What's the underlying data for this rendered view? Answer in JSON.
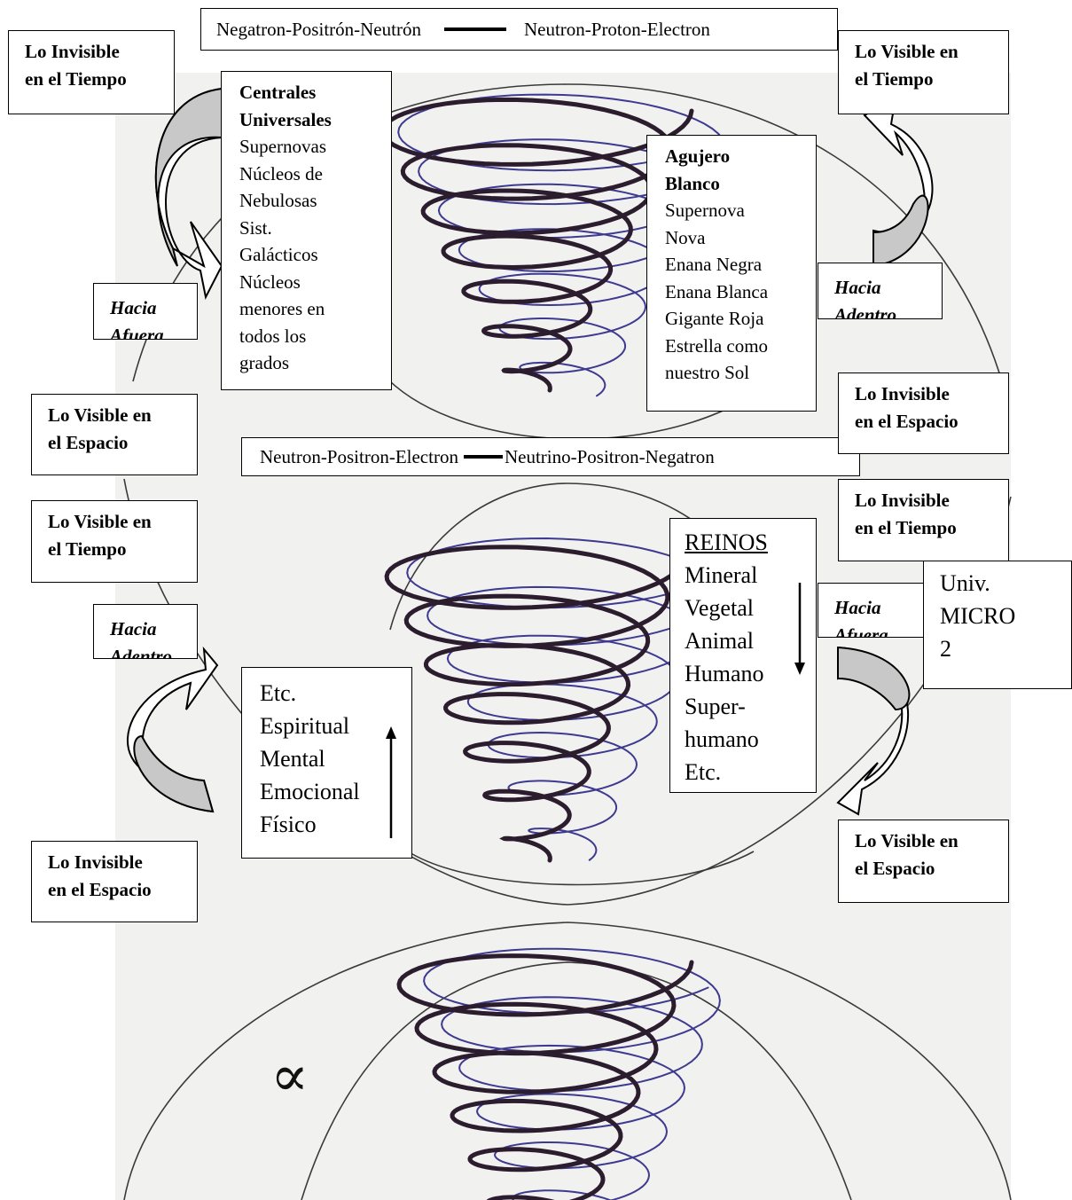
{
  "colors": {
    "paper": "#f1f1f0",
    "pencil": "#3a3a3a",
    "spiral_dark": "#2b1d2e",
    "spiral_blue": "#3d3a8f",
    "arrow_fill": "#c8c8c8"
  },
  "top_bar": {
    "left": "Negatron-Positrón-Neutrón",
    "right": "Neutron-Proton-Electron"
  },
  "mid_bar": {
    "left": "Neutron-Positron-Electron",
    "right": "Neutrino-Positron-Negatron"
  },
  "labels": {
    "invisible_tiempo_top": [
      "Lo Invisible",
      "en el Tiempo"
    ],
    "visible_tiempo_top": [
      "Lo Visible en",
      "el Tiempo"
    ],
    "visible_espacio_left": [
      "Lo Visible en",
      "el Espacio"
    ],
    "invisible_espacio_right": [
      "Lo Invisible",
      "en el Espacio"
    ],
    "visible_tiempo_left": [
      "Lo Visible en",
      "el Tiempo"
    ],
    "invisible_tiempo_right": [
      "Lo Invisible",
      "en el Tiempo"
    ],
    "invisible_espacio_left": [
      "Lo Invisible",
      "en el Espacio"
    ],
    "visible_espacio_right": [
      "Lo Visible en",
      "el Espacio"
    ]
  },
  "directions": {
    "hacia_afuera_top": "Hacia Afuera",
    "hacia_adentro_top": "Hacia Adentro",
    "hacia_adentro_bottom": "Hacia Adentro",
    "hacia_afuera_bottom": "Hacia Afuera"
  },
  "centrales": {
    "title": [
      "Centrales",
      "Universales"
    ],
    "items": [
      "Supernovas",
      "Núcleos de",
      "Nebulosas",
      "Sist.",
      "Galácticos",
      "Núcleos",
      "menores en",
      "todos los",
      "grados"
    ]
  },
  "agujero": {
    "title": [
      "Agujero",
      "Blanco"
    ],
    "items": [
      "Supernova",
      "Nova",
      "Enana Negra",
      "Enana Blanca",
      "Gigante Roja",
      "Estrella como",
      "nuestro Sol"
    ]
  },
  "reinos": {
    "title": "REINOS",
    "items": [
      "Mineral",
      "Vegetal",
      "Animal",
      "Humano",
      "Super-",
      "humano",
      "Etc."
    ]
  },
  "planos": {
    "items": [
      "Etc.",
      "Espiritual",
      "Mental",
      "Emocional",
      "Físico"
    ]
  },
  "univ": [
    "Univ.",
    "MICRO",
    "2"
  ],
  "infinity_symbol": "∝"
}
